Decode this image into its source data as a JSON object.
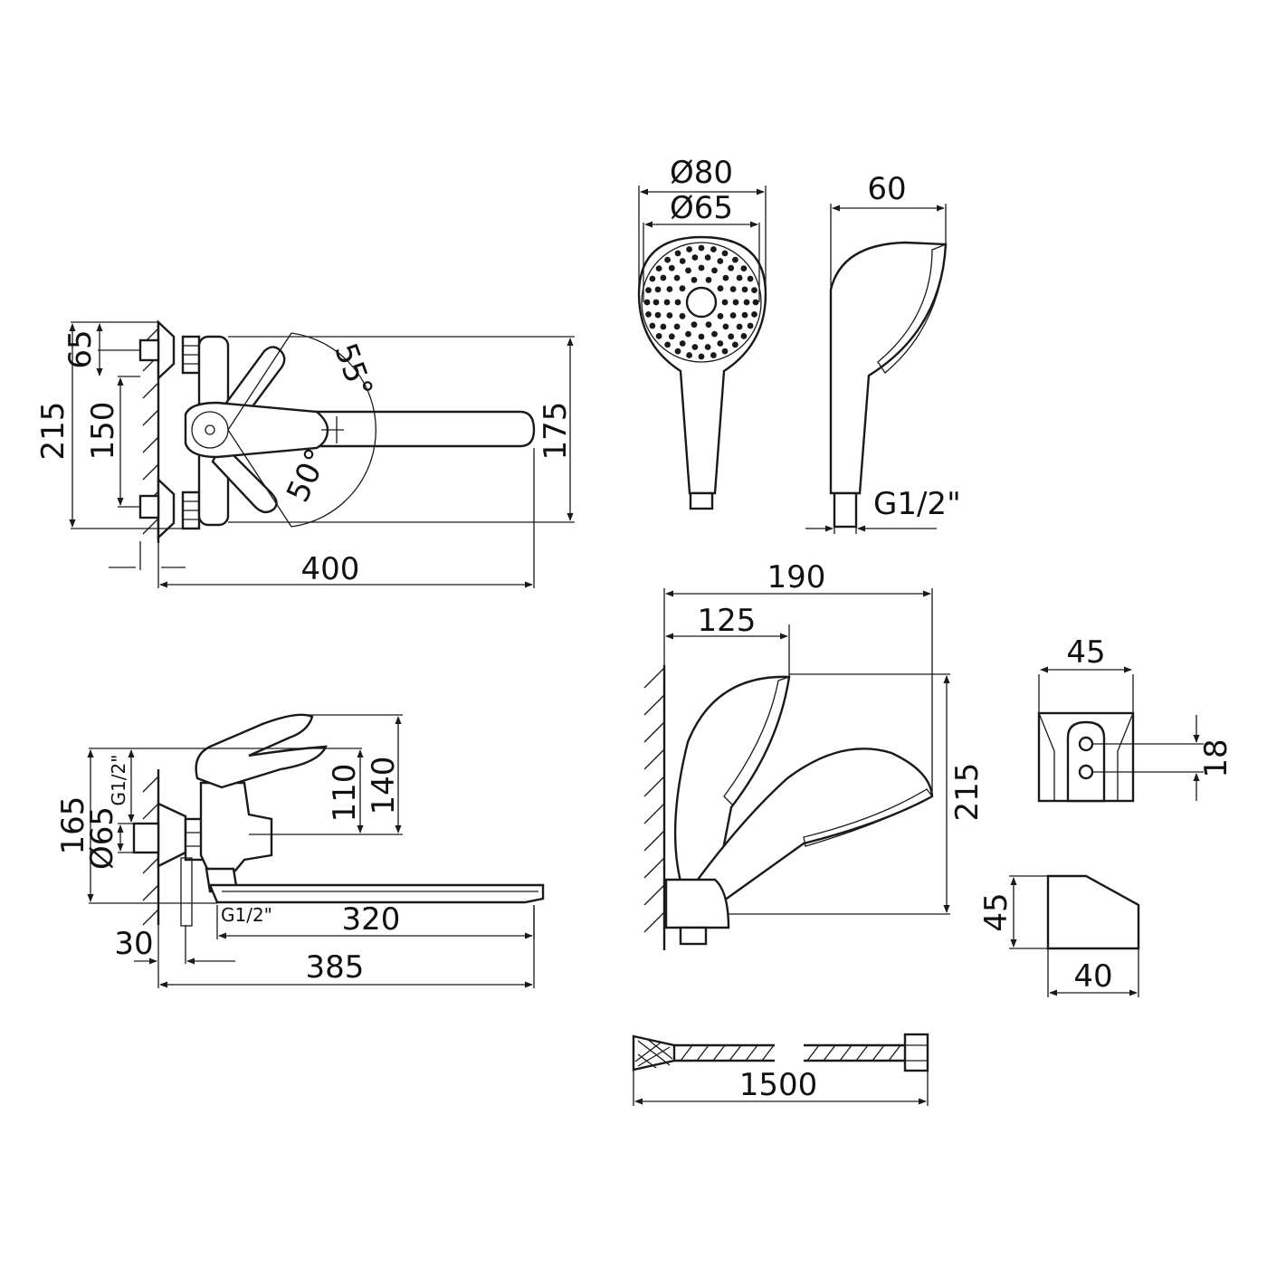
{
  "front_view": {
    "top_offset": "65",
    "total_height": "215",
    "center_distance": "150",
    "angle_up": "55°",
    "angle_down": "50°",
    "height_right": "175",
    "total_length": "400"
  },
  "side_view": {
    "height_total": "165",
    "connection_top": "G1/2\"",
    "flange_diameter": "Ø65",
    "height_110": "110",
    "height_140": "140",
    "spout_connection": "G1/2\"",
    "spout_length": "320",
    "offset": "30",
    "overall_length": "385"
  },
  "hand_shower_front": {
    "outer_diameter": "Ø80",
    "inner_diameter": "Ø65"
  },
  "hand_shower_side": {
    "depth": "60",
    "thread": "G1/2\""
  },
  "wall_holder_assembly": {
    "width": "190",
    "projection": "125",
    "height": "215"
  },
  "holder_front": {
    "width": "45",
    "hole_spacing": "18"
  },
  "holder_side": {
    "height": "45",
    "depth": "40"
  },
  "hose": {
    "length": "1500"
  }
}
